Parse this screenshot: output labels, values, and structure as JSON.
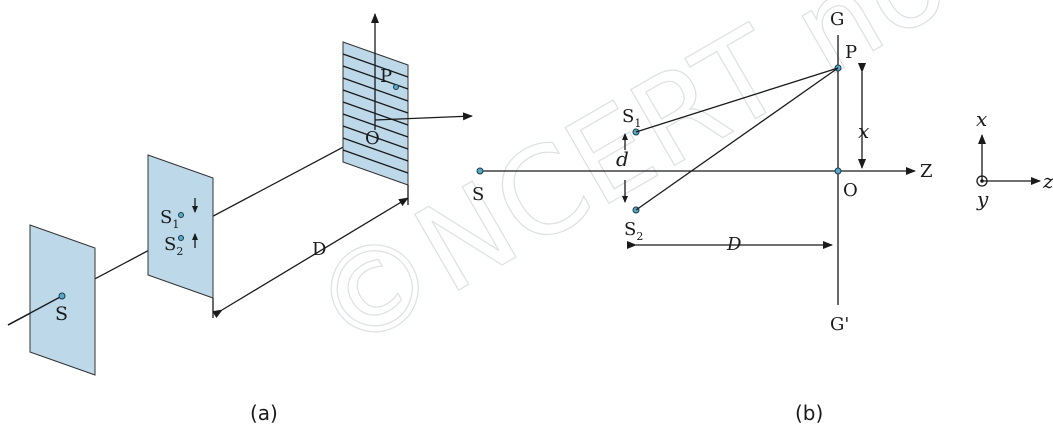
{
  "watermark": "©NCERT not to be republished",
  "figure_a": {
    "caption": "(a)",
    "labels": {
      "source": "S",
      "slit1": "S",
      "slit1_sub": "1",
      "slit2": "S",
      "slit2_sub": "2",
      "point_p": "P",
      "point_o": "O",
      "distance": "D"
    }
  },
  "figure_b": {
    "caption": "(b)",
    "labels": {
      "source": "S",
      "slit1": "S",
      "slit1_sub": "1",
      "slit2": "S",
      "slit2_sub": "2",
      "separation": "d",
      "distance": "D",
      "point_p": "P",
      "point_o": "O",
      "screen_top": "G",
      "screen_bottom": "G'",
      "height": "x",
      "axis": "Z"
    }
  },
  "axes_legend": {
    "x": "x",
    "y": "y",
    "z": "z"
  }
}
